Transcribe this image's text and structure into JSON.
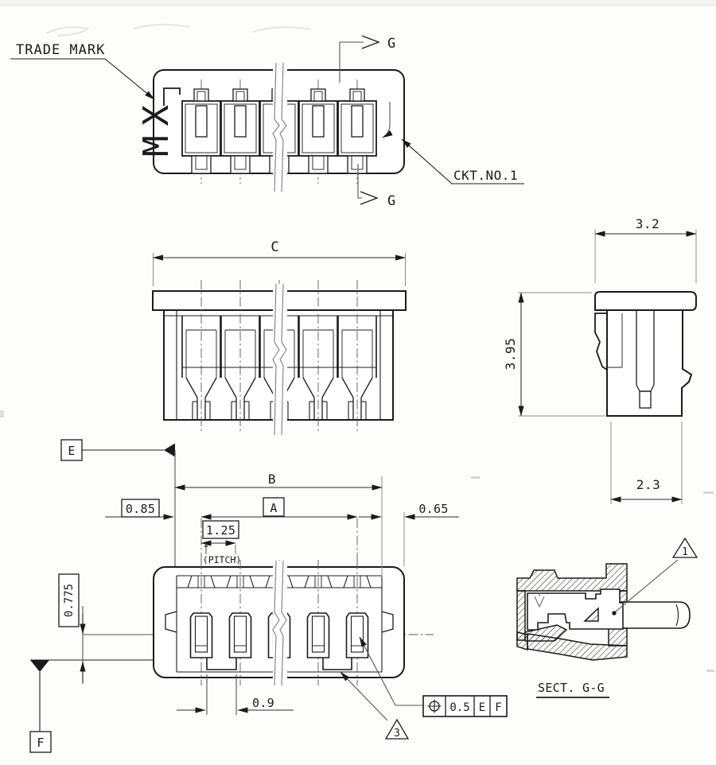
{
  "drawing": {
    "labels": {
      "trade_mark": "TRADE MARK",
      "logo": "MX",
      "ckt_no_1": "CKT.NO.1",
      "g_top": "G",
      "g_bottom": "G",
      "sect_title": "SECT. G-G"
    },
    "dims": {
      "c": "C",
      "b": "B",
      "a": "A",
      "pitch": "1.25",
      "pitch_note": "(PITCH)",
      "end_left": "0.85",
      "end_right": "0.65",
      "tail": "0.9",
      "tail_offset": "0.775",
      "side_width": "3.2",
      "side_height": "3.95",
      "side_base": "2.3"
    },
    "datums": {
      "e": "E",
      "f": "F"
    },
    "fcf": {
      "symbol_name": "position-tolerance-icon",
      "tol": "0.5",
      "d1": "E",
      "d2": "F"
    },
    "flags": {
      "n1": "1",
      "n3": "3"
    },
    "colors": {
      "ink": "#1b1b1b",
      "dim_line": "#2b2b2b",
      "aux_line": "#8d8d8d",
      "paper": "#fdfdfc"
    }
  }
}
